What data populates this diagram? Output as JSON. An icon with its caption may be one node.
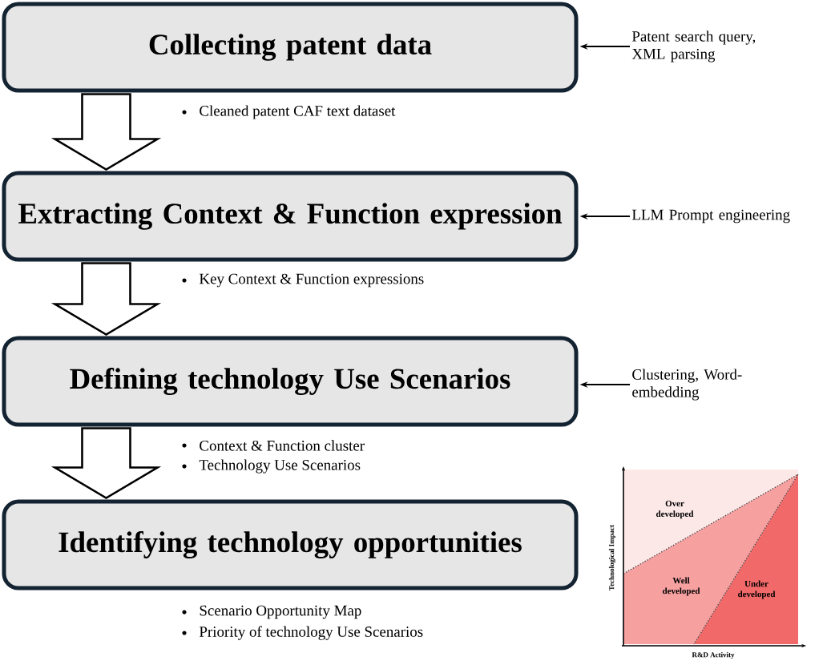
{
  "diagram": {
    "nodes": [
      {
        "text": [
          "Collecting patent data"
        ]
      },
      {
        "text": [
          "Extracting Context & Function expression"
        ]
      },
      {
        "text": [
          "Defining technology Use Scenarios"
        ]
      },
      {
        "text": [
          "Identifying technology opportunities"
        ]
      },
      {
        "text": [
          "Patent search query, XML parsing"
        ]
      },
      {
        "text": [
          "LLM Prompt engineering"
        ]
      },
      {
        "text": [
          "Clustering, Word-embedding"
        ]
      }
    ],
    "edges": [
      {
        "from": 0,
        "to": 1,
        "arrow": "to",
        "style": "thick"
      },
      {
        "from": 1,
        "to": 2,
        "arrow": "to",
        "style": "thick"
      },
      {
        "from": 2,
        "to": 3,
        "arrow": "to",
        "style": "thick"
      },
      {
        "from": 4,
        "to": 0,
        "arrow": "to"
      },
      {
        "from": 5,
        "to": 1,
        "arrow": "to"
      },
      {
        "from": 6,
        "to": 2,
        "arrow": "to"
      }
    ],
    "labels": [
      "Cleaned patent CAF text dataset",
      "Key Context & Function expressions",
      "Context & Function cluster",
      "Technology Use Scenarios",
      "Scenario Opportunity Map",
      "Priority of technology Use Scenarios",
      "Over developed",
      "Well developed",
      "Under developed",
      "Technological Impact",
      "R&D Activity"
    ]
  }
}
